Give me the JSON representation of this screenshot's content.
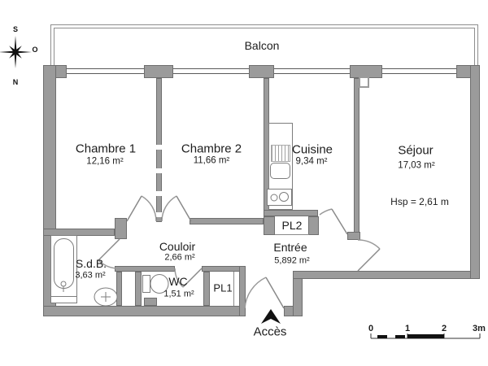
{
  "balcony": {
    "label": "Balcon"
  },
  "rooms": {
    "chambre1": {
      "name": "Chambre 1",
      "area": "12,16 m²"
    },
    "chambre2": {
      "name": "Chambre 2",
      "area": "11,66 m²"
    },
    "cuisine": {
      "name": "Cuisine",
      "area": "9,34 m²"
    },
    "sejour": {
      "name": "Séjour",
      "area": "17,03 m²",
      "note": "Hsp = 2,61 m"
    },
    "couloir": {
      "name": "Couloir",
      "area": "2,66 m²"
    },
    "entree": {
      "name": "Entrée",
      "area": "5,892 m²"
    },
    "sdb": {
      "name": "S.d.B.",
      "area": "3,63 m²"
    },
    "wc": {
      "name": "WC",
      "area": "1,51 m²"
    }
  },
  "closets": {
    "pl1": "PL1",
    "pl2": "PL2"
  },
  "access": {
    "label": "Accès"
  },
  "compass": {
    "top": "S",
    "right": "O",
    "bottom": "N"
  },
  "scale_bar": {
    "ticks": [
      "0",
      "1",
      "2",
      "3m"
    ]
  },
  "icons": {
    "compass_rose": "8-point-star",
    "access_arrow": "triangle-up",
    "fixtures": [
      "bathtub",
      "washbasin",
      "toilet",
      "kitchen-sink",
      "stove"
    ]
  },
  "colors": {
    "wall": "#9b9b9b",
    "wall_border": "#6f6f6f",
    "thin_line": "#8a8a8a",
    "text": "#1c1c1c",
    "background": "#ffffff"
  }
}
